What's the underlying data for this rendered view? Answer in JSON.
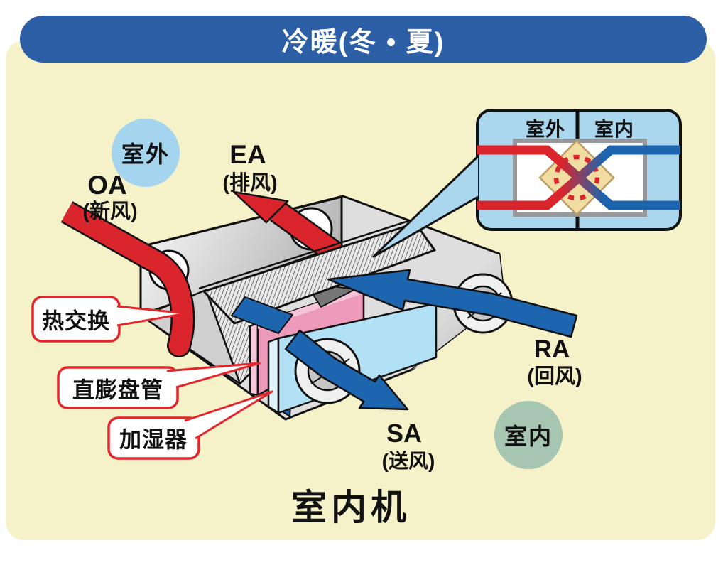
{
  "header": {
    "title": "冷暖(冬 • 夏)"
  },
  "badges": {
    "outdoor": "室外",
    "indoor": "室内"
  },
  "airflows": {
    "oa": {
      "code": "OA",
      "label": "(新风)"
    },
    "ea": {
      "code": "EA",
      "label": "(排风)"
    },
    "ra": {
      "code": "RA",
      "label": "(回风)"
    },
    "sa": {
      "code": "SA",
      "label": "(送风)"
    }
  },
  "callouts": {
    "heat_exchange": "热交换",
    "dx_coil": "直膨盘管",
    "humidifier": "加湿器"
  },
  "inset": {
    "outdoor_label": "室外",
    "indoor_label": "室内"
  },
  "unit_caption": "室内机",
  "colors": {
    "header_blue": "#2D5FA6",
    "panel_yellow": "#F5F1C9",
    "outdoor_badge_blue": "#A4D4EE",
    "indoor_badge_green": "#A7C6B2",
    "exhaust_red": "#D9252B",
    "supply_blue": "#1D65AE",
    "coil_pink": "#EE9ABB",
    "humidifier_blue": "#B2E0F4",
    "callout_border_red": "#E3262C",
    "inset_bg_blue": "#ABD7EE",
    "exchanger_diamond_tan": "#F1DCA2"
  }
}
